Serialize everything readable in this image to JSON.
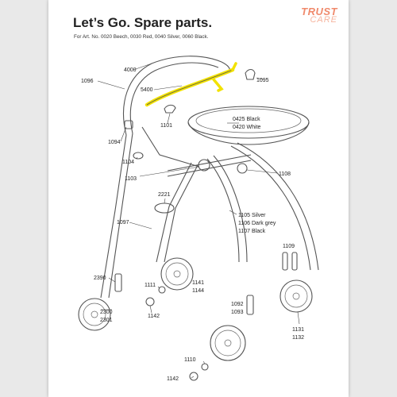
{
  "header": {
    "title": "Let’s Go. Spare parts.",
    "subtitle": "For Art. No. 0020 Beech, 0030 Red, 0040 Silver, 0060 Black."
  },
  "brand": {
    "line1": "TRUST",
    "line2": "CARE"
  },
  "colors": {
    "highlight": "#f2e200",
    "brand": "#f08a6c",
    "brand_light": "#f6b59f"
  },
  "parts": {
    "p4000": "4000",
    "p1096": "1096",
    "p5400": "5400",
    "p1095": "1095",
    "p1101": "1101",
    "p0425": "0425  Black",
    "p0420": "0420  White",
    "p1094": "1094",
    "p1104": "1104",
    "p1103": "1103",
    "p1108": "1108",
    "p2221": "2221",
    "p1097": "1097",
    "p1105": "1105  Silver",
    "p1106": "1106  Dark grey",
    "p1107": "1107  Black",
    "p1109": "1109",
    "p2390": "2390",
    "p1111": "1111",
    "p1141": "1141",
    "p1144": "1144",
    "p2300": "2300",
    "p2301": "2301",
    "p1142a": "1142",
    "p1092": "1092",
    "p1093": "1093",
    "p1131": "1131",
    "p1132": "1132",
    "p1110": "1110",
    "p1142b": "1142"
  }
}
